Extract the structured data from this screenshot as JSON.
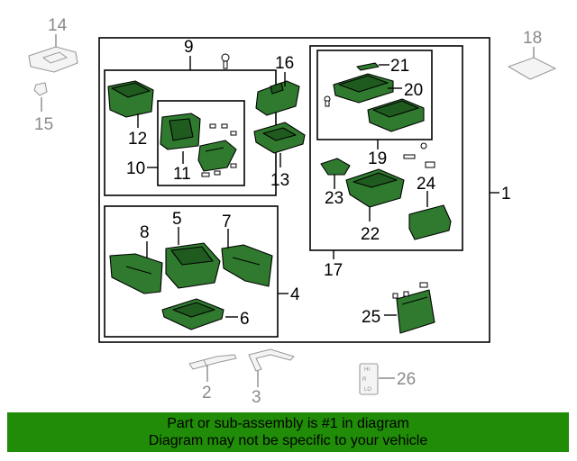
{
  "callouts": {
    "c1": "1",
    "c2": "2",
    "c3": "3",
    "c4": "4",
    "c5": "5",
    "c6": "6",
    "c7": "7",
    "c8": "8",
    "c9": "9",
    "c10": "10",
    "c11": "11",
    "c12": "12",
    "c13": "13",
    "c14": "14",
    "c15": "15",
    "c16": "16",
    "c17": "17",
    "c18": "18",
    "c19": "19",
    "c20": "20",
    "c21": "21",
    "c22": "22",
    "c23": "23",
    "c24": "24",
    "c25": "25",
    "c26": "26"
  },
  "switch_labels": {
    "top": "HI",
    "middle": "R",
    "bottom": "LO"
  },
  "footer": {
    "line1": "Part or sub-assembly is #1 in diagram",
    "line2": "Diagram may not be specific to your vehicle"
  },
  "colors": {
    "part_green": "#2f7a2f",
    "banner_green": "#208c08",
    "ghost_grey": "#8a8a8a"
  }
}
